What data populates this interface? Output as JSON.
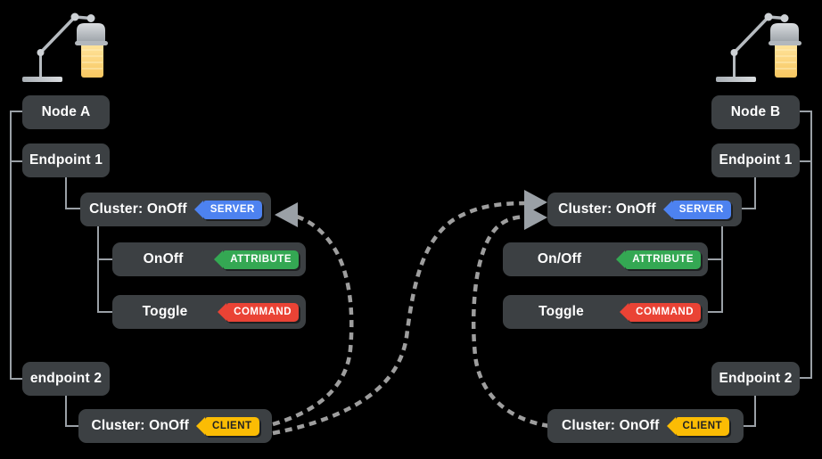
{
  "background": "#000000",
  "colors": {
    "box": "#3c4043",
    "text": "#ffffff",
    "connector_line": "#9aa0a6",
    "binding_arrow": "#9e9e9e",
    "server_badge": "#4d82f0",
    "attribute_badge": "#34a853",
    "command_badge": "#ea4335",
    "client_badge": "#fbbc04",
    "client_badge_text": "#202124",
    "lamp_metal": "#c2c6cb",
    "lamp_light": "#f9cd6a"
  },
  "icons": {
    "left_device": "desk-lamp-icon",
    "right_device": "desk-lamp-icon"
  },
  "left": {
    "node": "Node A",
    "endpoint1": "Endpoint 1",
    "server_cluster": "Cluster: OnOff",
    "server_badge": "SERVER",
    "attribute": "OnOff",
    "attribute_badge": "ATTRIBUTE",
    "command": "Toggle",
    "command_badge": "COMMAND",
    "endpoint2": "endpoint 2",
    "client_cluster": "Cluster: OnOff",
    "client_badge": "CLIENT"
  },
  "right": {
    "node": "Node B",
    "endpoint1": "Endpoint 1",
    "server_cluster": "Cluster: OnOff",
    "server_badge": "SERVER",
    "attribute": "On/Off",
    "attribute_badge": "ATTRIBUTE",
    "command": "Toggle",
    "command_badge": "COMMAND",
    "endpoint2": "Endpoint 2",
    "client_cluster": "Cluster: OnOff",
    "client_badge": "CLIENT"
  },
  "bindings": [
    {
      "from": "node-a-client-cluster",
      "to": "node-a-server-cluster"
    },
    {
      "from": "node-a-client-cluster",
      "to": "node-b-server-cluster"
    },
    {
      "from": "node-b-client-cluster",
      "to": "node-b-server-cluster"
    }
  ]
}
